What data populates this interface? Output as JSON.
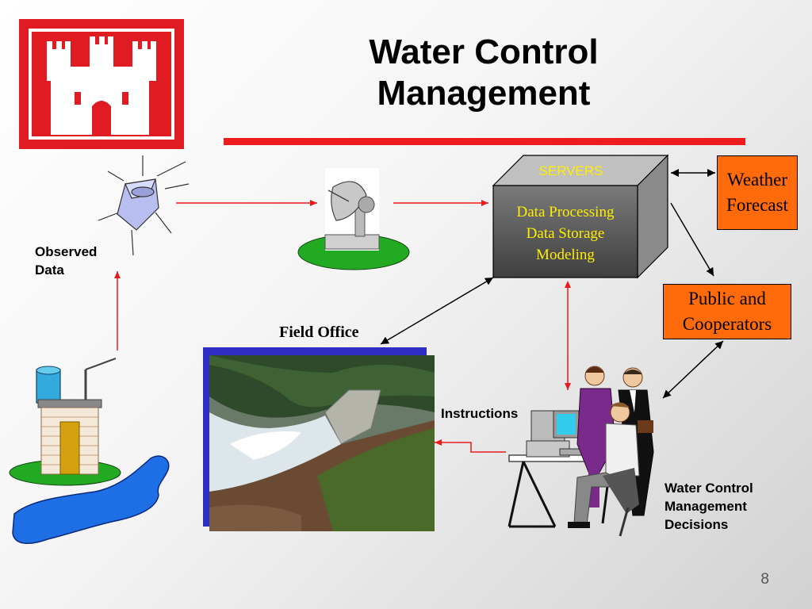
{
  "slide": {
    "title_line1": "Water Control",
    "title_line2": "Management",
    "page_number": "8"
  },
  "labels": {
    "observed_line1": "Observed",
    "observed_line2": "Data",
    "field_office": "Field Office",
    "instructions": "Instructions",
    "decisions_line1": "Water Control",
    "decisions_line2": "Management",
    "decisions_line3": "Decisions"
  },
  "servers": {
    "header": "SERVERS",
    "line1": "Data Processing",
    "line2": "Data Storage",
    "line3": "Modeling"
  },
  "weather": {
    "line1": "Weather",
    "line2": "Forecast"
  },
  "public": {
    "line1": "Public and",
    "line2": "Cooperators"
  },
  "colors": {
    "accent_red": "#ee1c1c",
    "logo_red": "#e01b22",
    "orange": "#ff6a0a",
    "server_text": "#ffee00",
    "frame_blue": "#2e2ec4",
    "river_blue": "#1e6ee6",
    "grass_green": "#22aa22"
  },
  "icons": [
    "castle-logo-icon",
    "satellite-icon",
    "satellite-dish-icon",
    "gauge-station-icon",
    "river-icon",
    "dam-photo",
    "office-workers-illustration"
  ]
}
